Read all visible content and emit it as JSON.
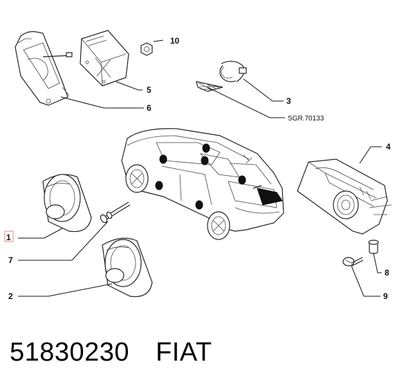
{
  "callouts": {
    "c1": "1",
    "c2": "2",
    "c3": "3",
    "c4": "4",
    "c5": "5",
    "c6": "6",
    "c7": "7",
    "c8": "8",
    "c9": "9",
    "c10": "10",
    "ref": "SGR.70133"
  },
  "footer": {
    "part_number": "51830230",
    "brand": "FIAT"
  },
  "colors": {
    "line": "#111111",
    "highlight": "#e08a8a",
    "background": "#ffffff"
  }
}
